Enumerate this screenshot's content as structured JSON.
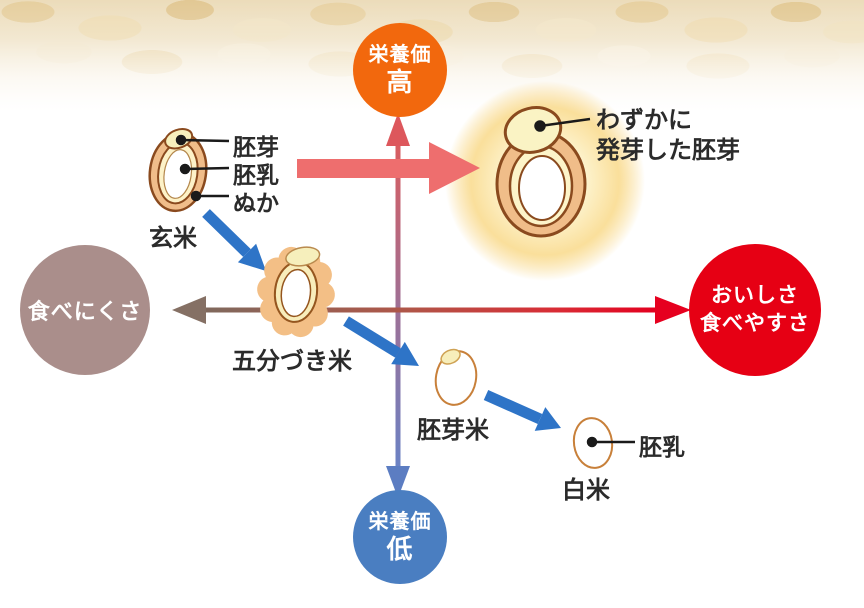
{
  "axis": {
    "nutrition_high": {
      "line1": "栄養価",
      "line2": "高"
    },
    "nutrition_low": {
      "line1": "栄養価",
      "line2": "低"
    },
    "hard_to_eat": "食べにくさ",
    "tasty": {
      "line1": "おいしさ",
      "line2": "食べやすさ"
    }
  },
  "rice": {
    "genmai": "玄米",
    "gobuzuki": "五分づき米",
    "haigamai": "胚芽米",
    "hakumai": "白米",
    "germinated": {
      "line1": "わずかに",
      "line2": "発芽した胚芽"
    }
  },
  "parts": {
    "haiga": "胚芽",
    "hainyu": "胚乳",
    "nuka": "ぬか",
    "hainyu_white": "胚乳"
  },
  "colors": {
    "nutrition_high_bg": "#f2680d",
    "nutrition_low_bg": "#4a7ec1",
    "hard_to_eat_bg": "#aa8e8b",
    "tasty_bg": "#e60014",
    "vertical_axis_top": "#d85d60",
    "vertical_axis_bottom": "#6b82c4",
    "horizontal_axis_left": "#7f695d",
    "horizontal_axis_right": "#e3001f",
    "big_arrow": "#ee6e6e",
    "progression_arrow": "#2e74c7",
    "grain_bran": "#f0bd8a",
    "grain_germ": "#f8f0bf",
    "glow": "#f9dd92"
  }
}
